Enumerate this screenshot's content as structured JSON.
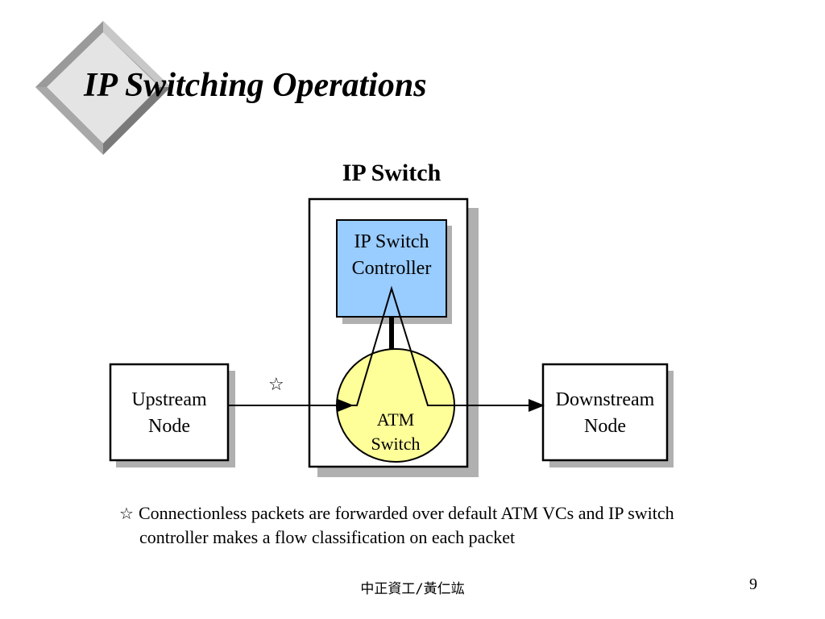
{
  "slide": {
    "title": "IP Switching Operations",
    "diagram_title": "IP Switch",
    "controller_line1": "IP Switch",
    "controller_line2": "Controller",
    "atm_line1": "ATM",
    "atm_line2": "Switch",
    "upstream_line1": "Upstream",
    "upstream_line2": "Node",
    "downstream_line1": "Downstream",
    "downstream_line2": "Node",
    "star": "☆",
    "note_line1": "Connectionless packets are forwarded over default ATM VCs and IP switch",
    "note_line2": "controller makes a flow classification on each packet"
  },
  "footer": {
    "text": "中正資工/黃仁竑",
    "page": "9"
  },
  "colors": {
    "controller_fill": "#99ccff",
    "atm_fill": "#ffff99",
    "shadow": "#b0b0b0",
    "diamond_light": "#dcdcdc",
    "diamond_mid": "#c8c8c8",
    "diamond_dark": "#909090"
  }
}
